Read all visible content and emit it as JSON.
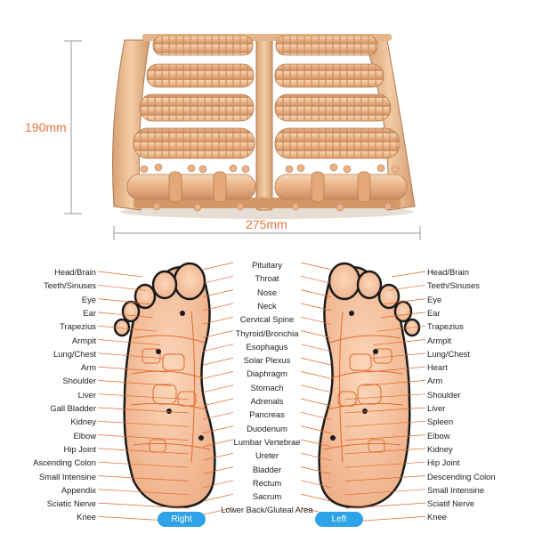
{
  "colors": {
    "accent": "#e8733a",
    "wood_light": "#f1c9a1",
    "wood_mid": "#dca47a",
    "wood_dark": "#b9784e",
    "foot_skin": "#f6c6a3",
    "foot_outline": "#1b1b1b",
    "zone_line": "#e06a2c",
    "tag_bg": "#2ea3e8",
    "leader_line": "#e06a2c"
  },
  "dimensions": {
    "height": "190mm",
    "width": "275mm"
  },
  "labels": {
    "left_column": [
      "Head/Brain",
      "Teeth/Sinuses",
      "Eye",
      "Ear",
      "Trapezius",
      "Armpit",
      "Lung/Chest",
      "Arm",
      "Shoulder",
      "Liver",
      "Gall Bladder",
      "Kidney",
      "Elbow",
      "Hip Joint",
      "Ascending Colon",
      "Small Intensine",
      "Appendix",
      "Sciatic Nerve",
      "Knee"
    ],
    "center_column": [
      "Pituitary",
      "Throat",
      "Nose",
      "Neck",
      "Cervical Spine",
      "Thyroid/Bronchia",
      "Esophagus",
      "Solar Plexus",
      "Diaphragm",
      "Stomach",
      "Adrenals",
      "Pancreas",
      "Duodenum",
      "Lumbar Vertebrae",
      "Ureter",
      "Bladder",
      "Rectum",
      "Sacrum",
      "Lower Back/Gluteal Area"
    ],
    "right_column": [
      "Head/Brain",
      "Teeth/Sinuses",
      "Eye",
      "Ear",
      "Trapezius",
      "Armpit",
      "Lung/Chest",
      "Heart",
      "Arm",
      "Shoulder",
      "Liver",
      "Spleen",
      "Elbow",
      "Kidney",
      "Hip Joint",
      "Descending Colon",
      "Small Intensine",
      "Sciatif Nerve",
      "Knee"
    ]
  },
  "tags": {
    "right_foot": "Right",
    "left_foot": "Left"
  }
}
